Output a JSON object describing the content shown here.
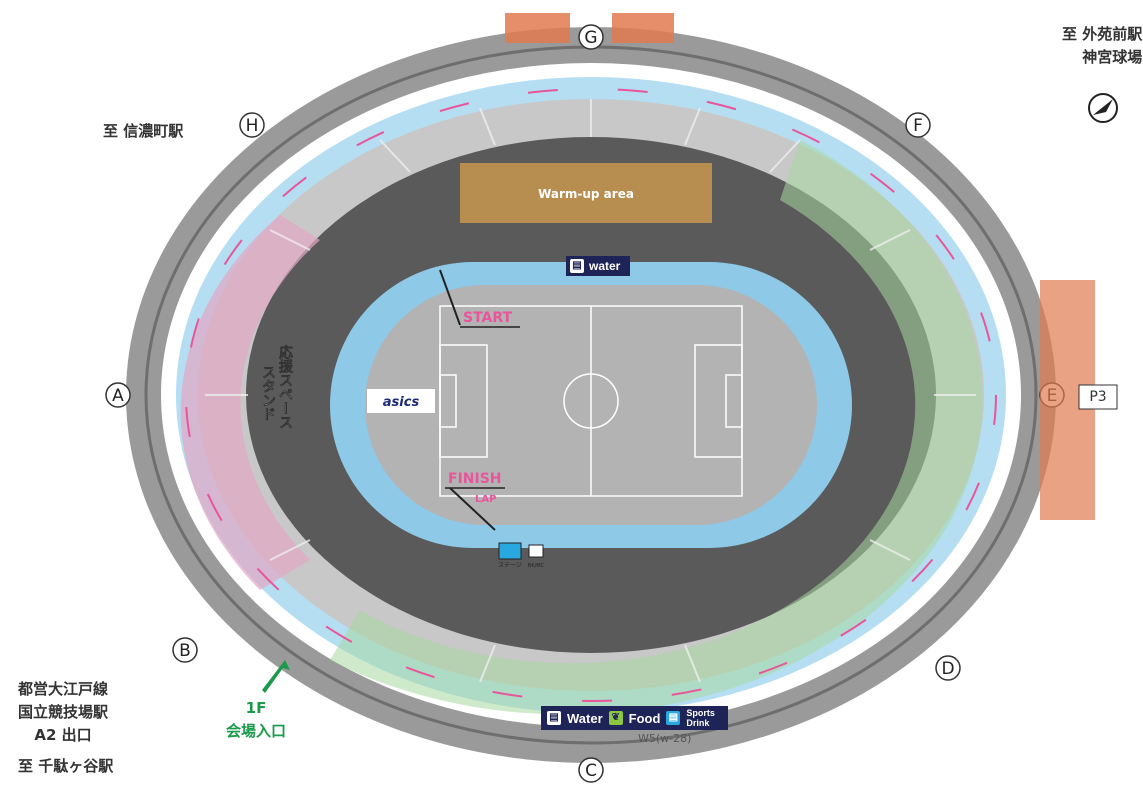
{
  "gates": {
    "A": "A",
    "B": "B",
    "C": "C",
    "D": "D",
    "E": "E",
    "F": "F",
    "G": "G",
    "H": "H"
  },
  "parking": {
    "label": "P3"
  },
  "directions": {
    "top_right": [
      "至 外苑前駅",
      "神宮球場"
    ],
    "top_left": "至 信濃町駅",
    "bottom_left_station": [
      "都営大江戸線",
      "国立競技場駅",
      "A2 出口"
    ],
    "bottom_left_to": "至 千駄ヶ谷駅"
  },
  "entrance": {
    "floor": "1F",
    "label": "会場入口"
  },
  "areas": {
    "warmup": "Warm-up area",
    "cheer_space": "応援スペース",
    "cheer_stand": "スタンド"
  },
  "course": {
    "start": "START",
    "finish": "FINISH",
    "lap": "LAP"
  },
  "sponsor": {
    "logo_text": "asics"
  },
  "facilities": {
    "stage": "ステージ",
    "mc": "BK/MC"
  },
  "water_station": {
    "label": "water",
    "icon": "cup-icon"
  },
  "legend": {
    "items": [
      {
        "label": "Water",
        "icon": "cup-icon",
        "color": "#ffffff"
      },
      {
        "label": "Food",
        "icon": "leaf-icon",
        "color": "#8dc63f"
      },
      {
        "label": "Sports Drink",
        "icon": "cup-icon",
        "color": "#29a8e0"
      }
    ],
    "station_code": "W5(w-28)"
  },
  "colors": {
    "concourse": "#8c8c8c",
    "stand_light": "#c8c8c8",
    "stand_dark": "#5a5a5a",
    "track": "#a9d9f0",
    "course_line": "#e8559a",
    "cheer_zone": "#e3a6c3",
    "green_zone": "#a8d8a0",
    "warmup": "#c9964f",
    "legend_bg": "#1e2358"
  }
}
